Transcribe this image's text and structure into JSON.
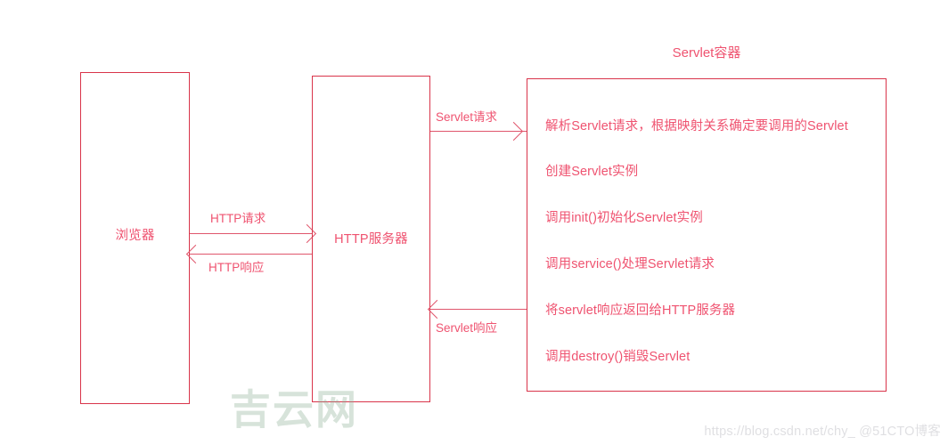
{
  "diagram": {
    "nodes": {
      "browser": {
        "label": "浏览器"
      },
      "http_server": {
        "label": "HTTP服务器"
      },
      "servlet_container": {
        "title": "Servlet容器",
        "steps": [
          "解析Servlet请求，根据映射关系确定要调用的Servlet",
          "创建Servlet实例",
          "调用init()初始化Servlet实例",
          "调用service()处理Servlet请求",
          "将servlet响应返回给HTTP服务器",
          "调用destroy()销毁Servlet"
        ]
      }
    },
    "edges": {
      "http_request": {
        "label": "HTTP请求"
      },
      "http_response": {
        "label": "HTTP响应"
      },
      "servlet_request": {
        "label": "Servlet请求"
      },
      "servlet_response": {
        "label": "Servlet响应"
      }
    },
    "colors": {
      "line": "#d9344a",
      "text": "#ef5370",
      "arrow": "#e0566c"
    }
  },
  "watermarks": {
    "center": "吉云网",
    "corner": "https://blog.csdn.net/chy_ @51CTO博客"
  }
}
